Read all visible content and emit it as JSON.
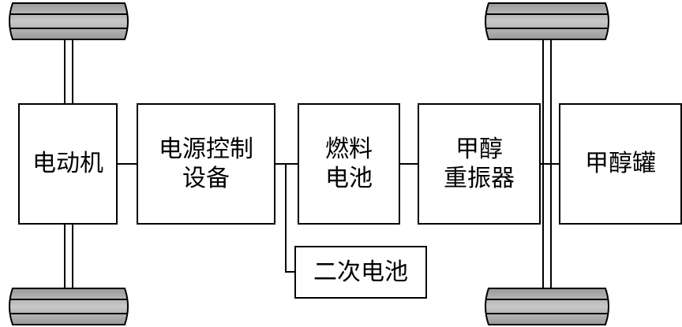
{
  "diagram": {
    "components": {
      "motor": "电动机",
      "power_control": "电源控制\n设备",
      "fuel_cell": "燃料\n电池",
      "reformer": "甲醇\n重振器",
      "tank": "甲醇罐",
      "secondary_battery": "二次电池"
    },
    "connections": [
      [
        "motor",
        "power_control"
      ],
      [
        "power_control",
        "fuel_cell"
      ],
      [
        "power_control",
        "secondary_battery"
      ],
      [
        "fuel_cell",
        "reformer"
      ],
      [
        "reformer",
        "tank"
      ]
    ]
  }
}
